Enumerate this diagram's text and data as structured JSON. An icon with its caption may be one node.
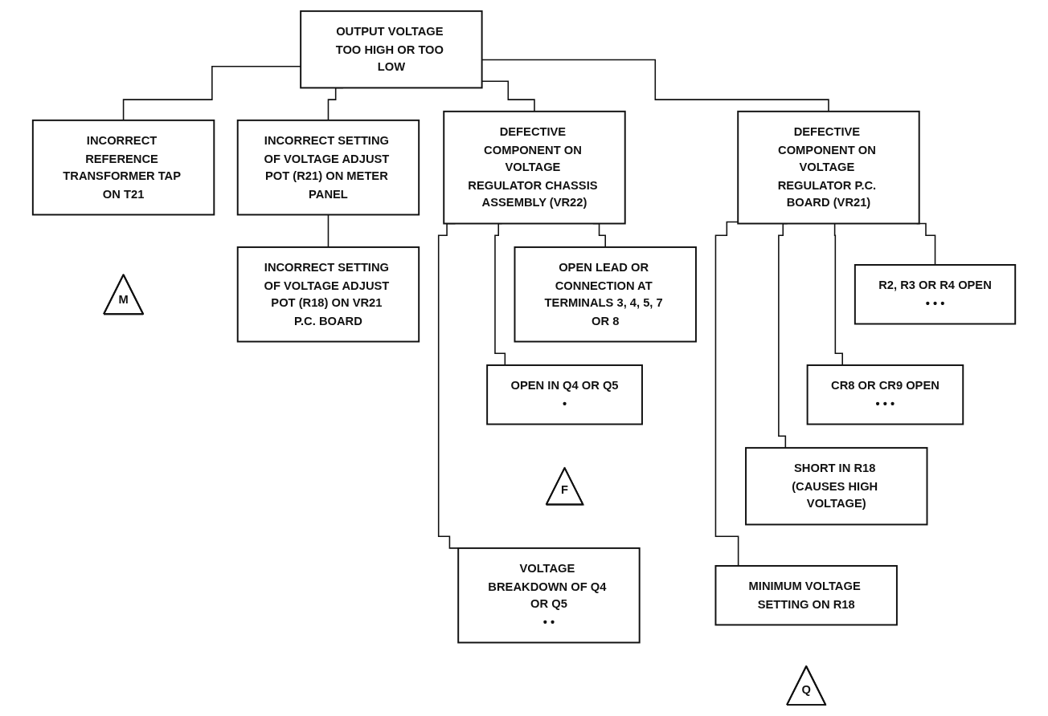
{
  "diagram": {
    "nodes": [
      {
        "text": [
          "OUTPUT VOLTAGE TOO HIGH OR TOO LOW"
        ]
      },
      {
        "text": [
          "INCORRECT REFERENCE TRANSFORMER TAP ON T21"
        ]
      },
      {
        "text": [
          "M"
        ]
      },
      {
        "text": [
          "INCORRECT SETTING OF VOLTAGE ADJUST POT (R21) ON METER PANEL"
        ]
      },
      {
        "text": [
          "INCORRECT SETTING OF VOLTAGE ADJUST POT (R18) ON VR21 P.C. BOARD"
        ]
      },
      {
        "text": [
          "DEFECTIVE COMPONENT ON VOLTAGE REGULATOR CHASSIS ASSEMBLY (VR22)"
        ]
      },
      {
        "text": [
          "OPEN LEAD OR CONNECTION AT TERMINALS 3, 4, 5, 7 OR 8"
        ]
      },
      {
        "text": [
          "OPEN IN Q4 OR Q5",
          "•"
        ]
      },
      {
        "text": [
          "F"
        ]
      },
      {
        "text": [
          "VOLTAGE BREAKDOWN OF Q4 OR Q5",
          "• •"
        ]
      },
      {
        "text": [
          "DEFECTIVE COMPONENT ON VOLTAGE REGULATOR P.C. BOARD (VR21)"
        ]
      },
      {
        "text": [
          "R2, R3 OR R4 OPEN",
          "• • •"
        ]
      },
      {
        "text": [
          "CR8 OR CR9 OPEN",
          "• • •"
        ]
      },
      {
        "text": [
          "SHORT IN R18 (CAUSES HIGH VOLTAGE)"
        ]
      },
      {
        "text": [
          "MINIMUM VOLTAGE SETTING ON R18"
        ]
      },
      {
        "text": [
          "Q"
        ]
      }
    ],
    "edges": [
      {
        "from": 0,
        "to": 1,
        "arrow": "none"
      },
      {
        "from": 0,
        "to": 3,
        "arrow": "none"
      },
      {
        "from": 0,
        "to": 5,
        "arrow": "none"
      },
      {
        "from": 0,
        "to": 10,
        "arrow": "none"
      },
      {
        "from": 3,
        "to": 4,
        "arrow": "none"
      },
      {
        "from": 5,
        "to": 6,
        "arrow": "none"
      },
      {
        "from": 5,
        "to": 7,
        "arrow": "none"
      },
      {
        "from": 5,
        "to": 9,
        "arrow": "none"
      },
      {
        "from": 10,
        "to": 11,
        "arrow": "none"
      },
      {
        "from": 10,
        "to": 12,
        "arrow": "none"
      },
      {
        "from": 10,
        "to": 13,
        "arrow": "none"
      },
      {
        "from": 10,
        "to": 14,
        "arrow": "none"
      }
    ]
  }
}
